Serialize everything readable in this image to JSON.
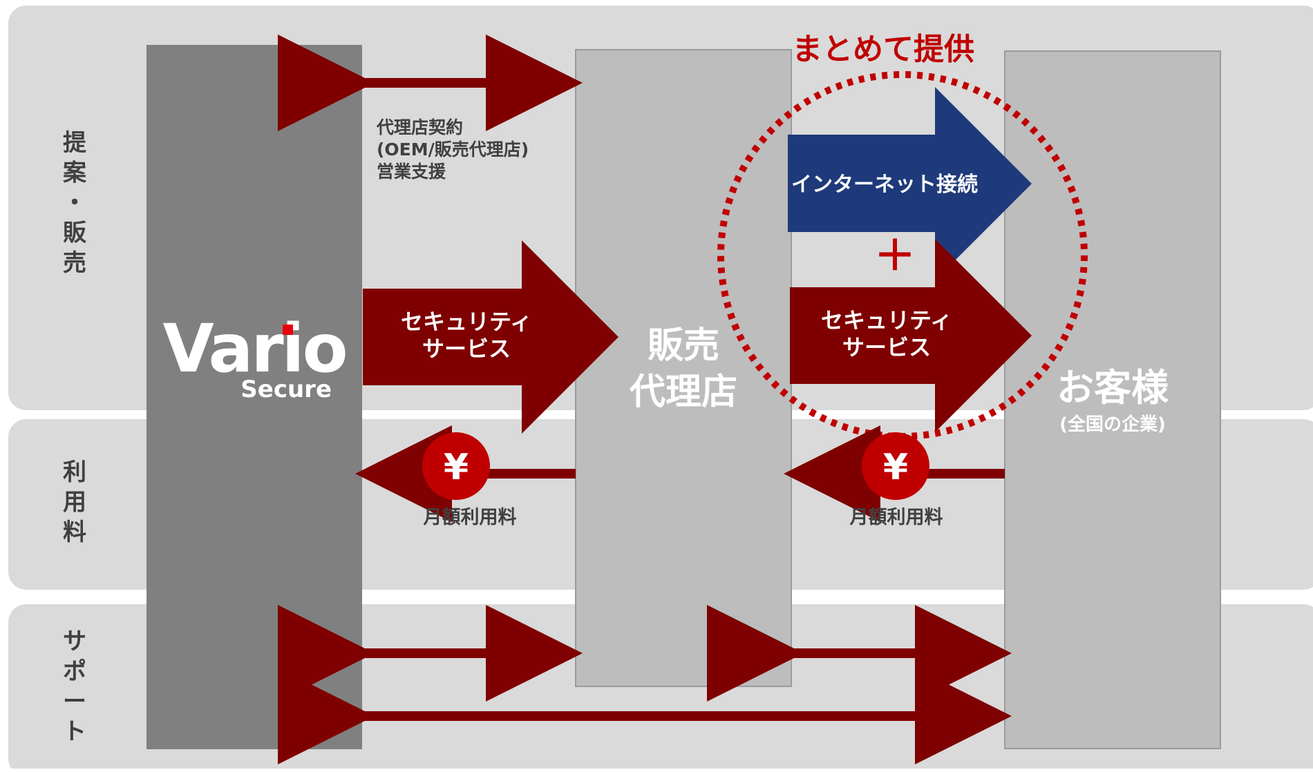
{
  "rows": {
    "proposal_sales": "提案・販売",
    "usage_fee": "利用料",
    "support": "サポート"
  },
  "vendor": {
    "logo_main": "Vario",
    "logo_sub": "Secure"
  },
  "agency": {
    "name_line1": "販売",
    "name_line2": "代理店",
    "contract_lines": [
      "代理店契約",
      "(OEM/販売代理店)",
      "営業支援"
    ]
  },
  "customer": {
    "name": "お客様",
    "sub": "(全国の企業)"
  },
  "bundle": {
    "title": "まとめて提供",
    "internet": "インターネット接続",
    "plus": "＋"
  },
  "security_service": {
    "line1": "セキュリティ",
    "line2": "サービス"
  },
  "fee": {
    "symbol": "¥",
    "label": "月額利用料"
  },
  "colors": {
    "page": "#ffffff",
    "band": "#dadada",
    "vendor_column": "#808080",
    "agency_column": "#bdbdbd",
    "customer_column": "#bdbdbd",
    "dark_red": "#7f0000",
    "bright_red": "#c00000",
    "navy": "#1f3a7a",
    "logo_red": "#e8000b",
    "label_text": "#404040"
  }
}
